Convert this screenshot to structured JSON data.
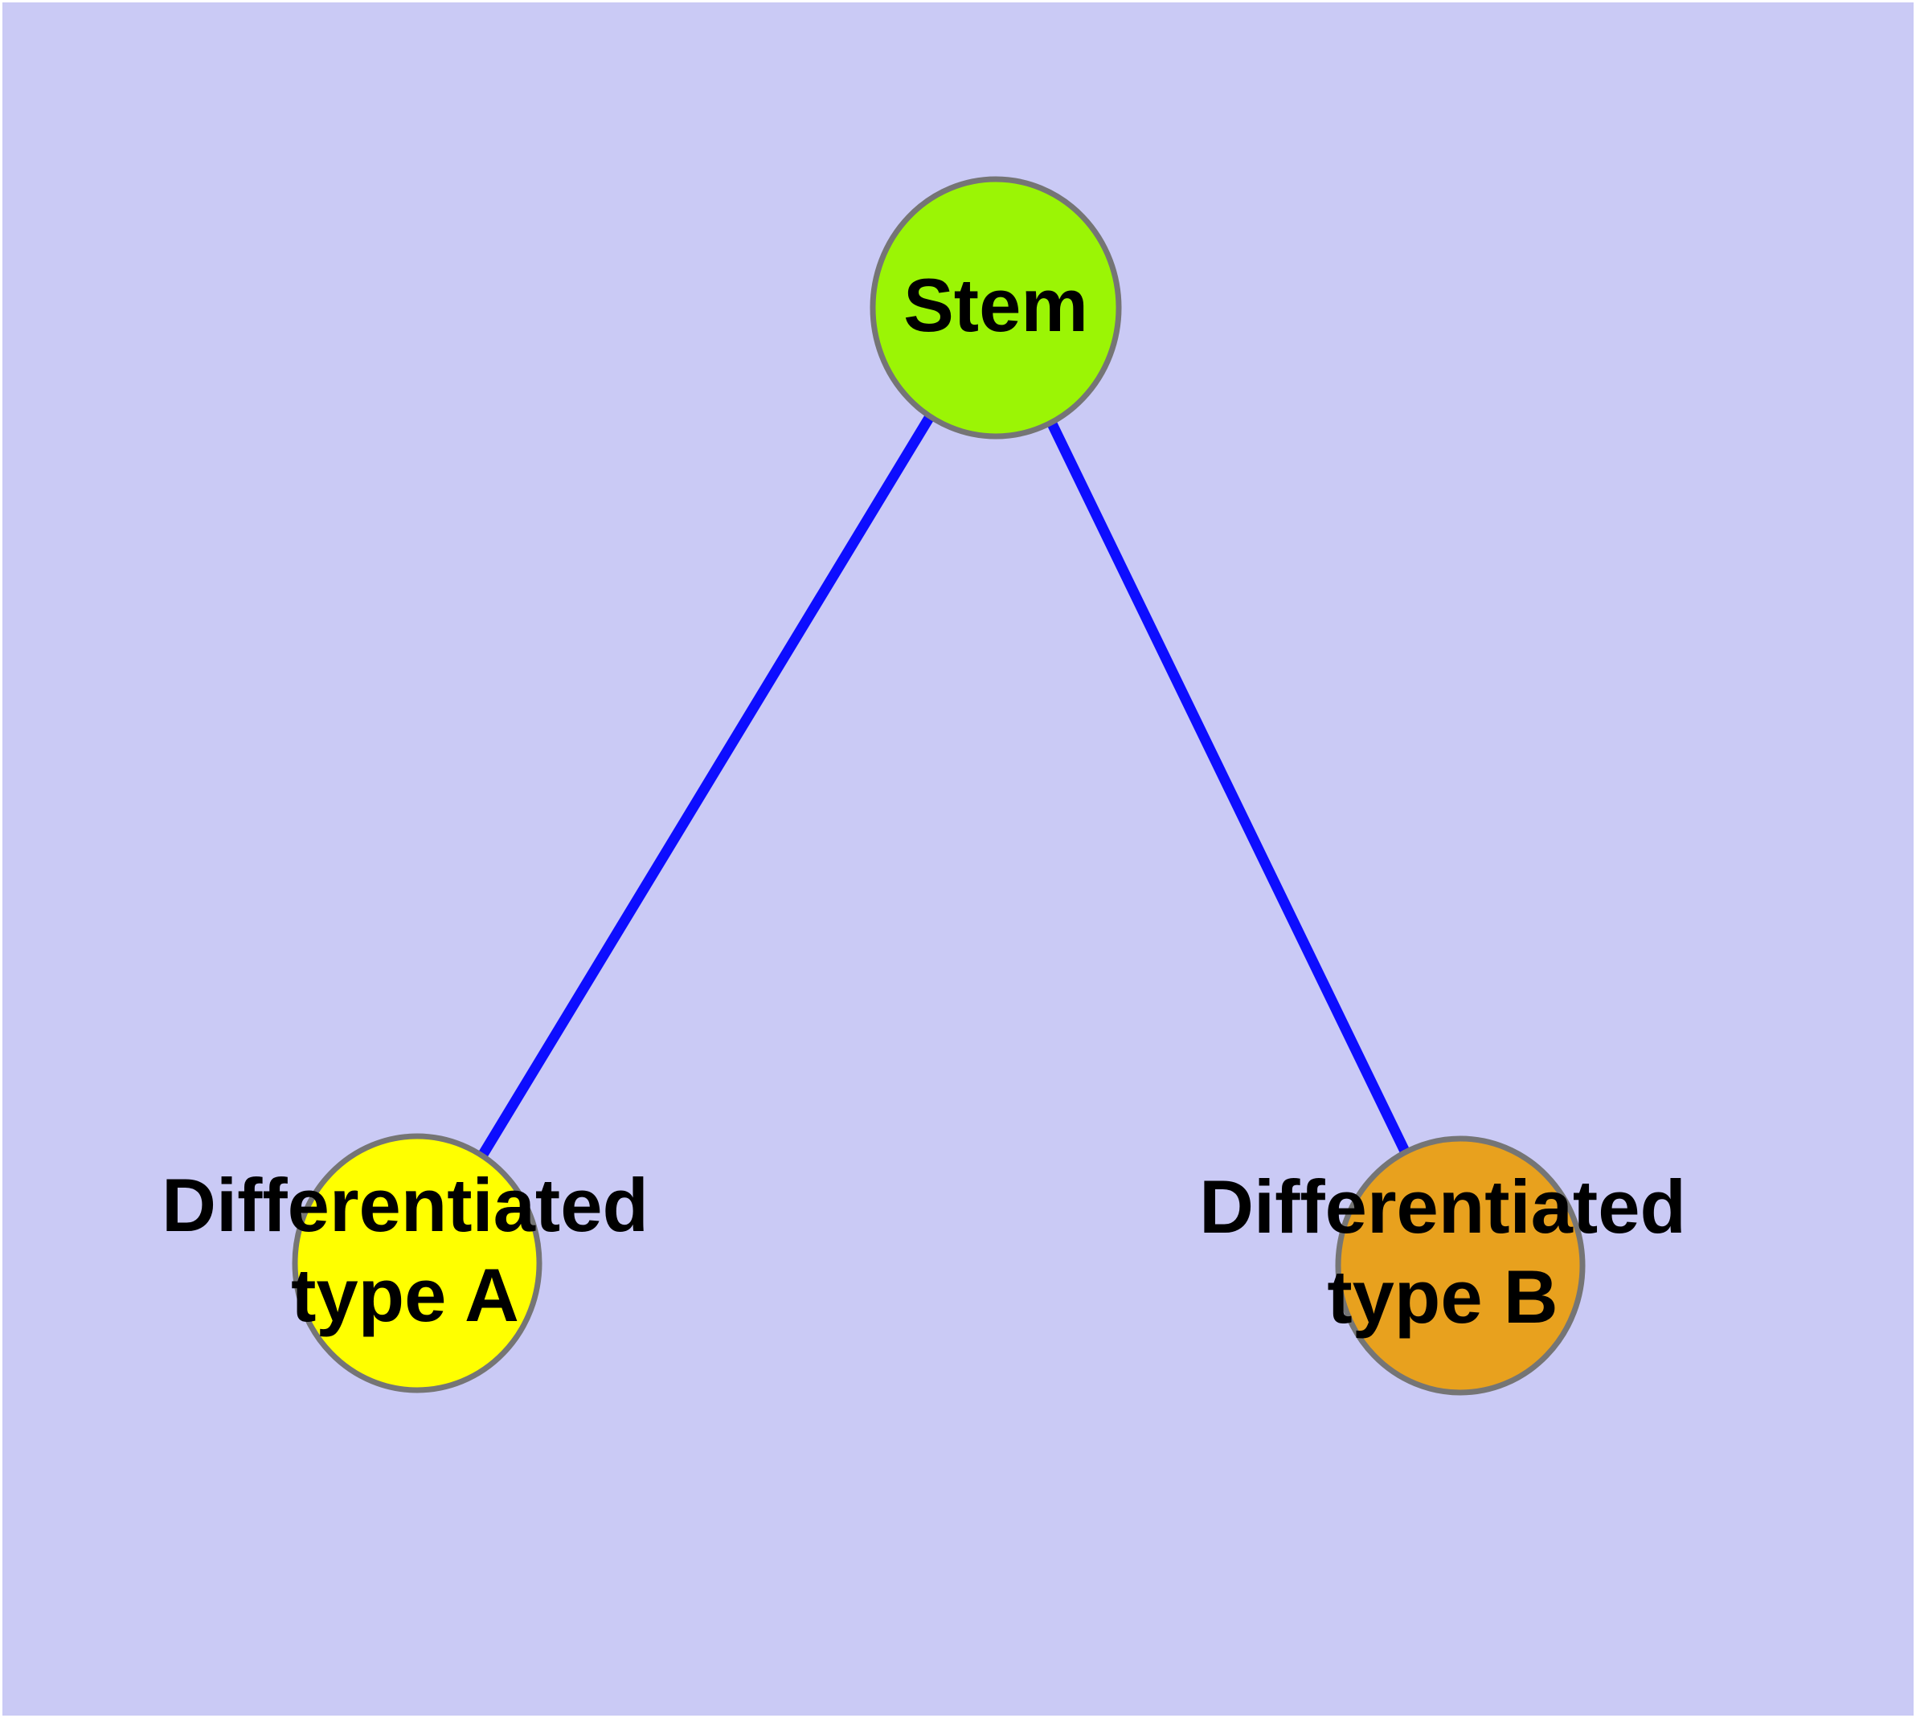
{
  "diagram": {
    "type": "node-link-graph",
    "background_color": "#cacaf5",
    "frame_color": "#ffffff",
    "edge_color": "#0d0dff",
    "node_border_color": "#757575",
    "label_color": "#000000",
    "nodes": [
      {
        "id": "stem",
        "label": "Stem",
        "fill": "#9bf505"
      },
      {
        "id": "type-a",
        "label_lines": [
          "Differentiated",
          "type A"
        ],
        "fill": "#ffff00"
      },
      {
        "id": "type-b",
        "label_lines": [
          "Differentiated",
          "type B"
        ],
        "fill": "#e8a11e"
      }
    ],
    "edges": [
      {
        "from": "Stem",
        "to": "Differentiated type A"
      },
      {
        "from": "Stem",
        "to": "Differentiated type B"
      }
    ]
  }
}
